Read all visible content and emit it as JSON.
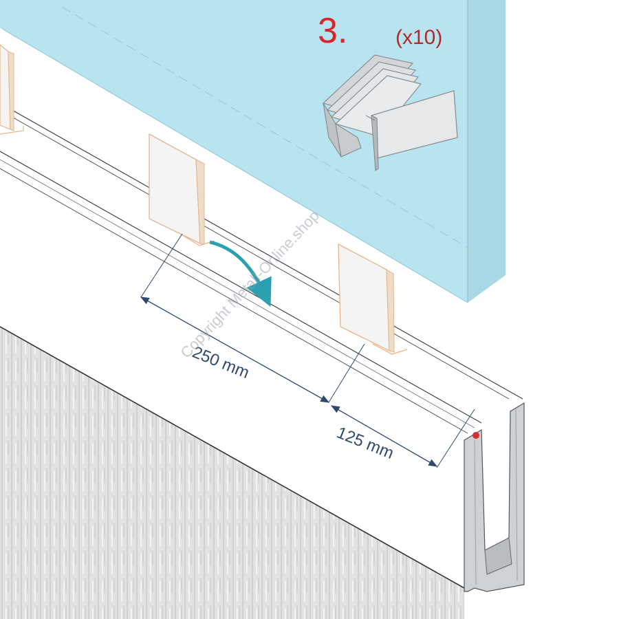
{
  "step": {
    "number": "3.",
    "quantity": "(x10)"
  },
  "dimensions": {
    "spacing": "250 mm",
    "edge_offset": "125 mm"
  },
  "watermark": "Copyright Metall-Online.shop",
  "colors": {
    "glass": "#b8e4ef",
    "step_number": "#d6262b",
    "dimension_text": "#2f4a6e",
    "arrow": "#2aa0b0",
    "spacer_fill": "#f4f4f4",
    "spacer_edge": "#e7b58b",
    "wall": "#d9d9d9",
    "profile": "#cfd2d5",
    "marker": "#d43030"
  },
  "icons": {
    "spacers_pack": "stacked-u-spacers-icon",
    "rotate_arrow": "curved-arrow-icon"
  }
}
